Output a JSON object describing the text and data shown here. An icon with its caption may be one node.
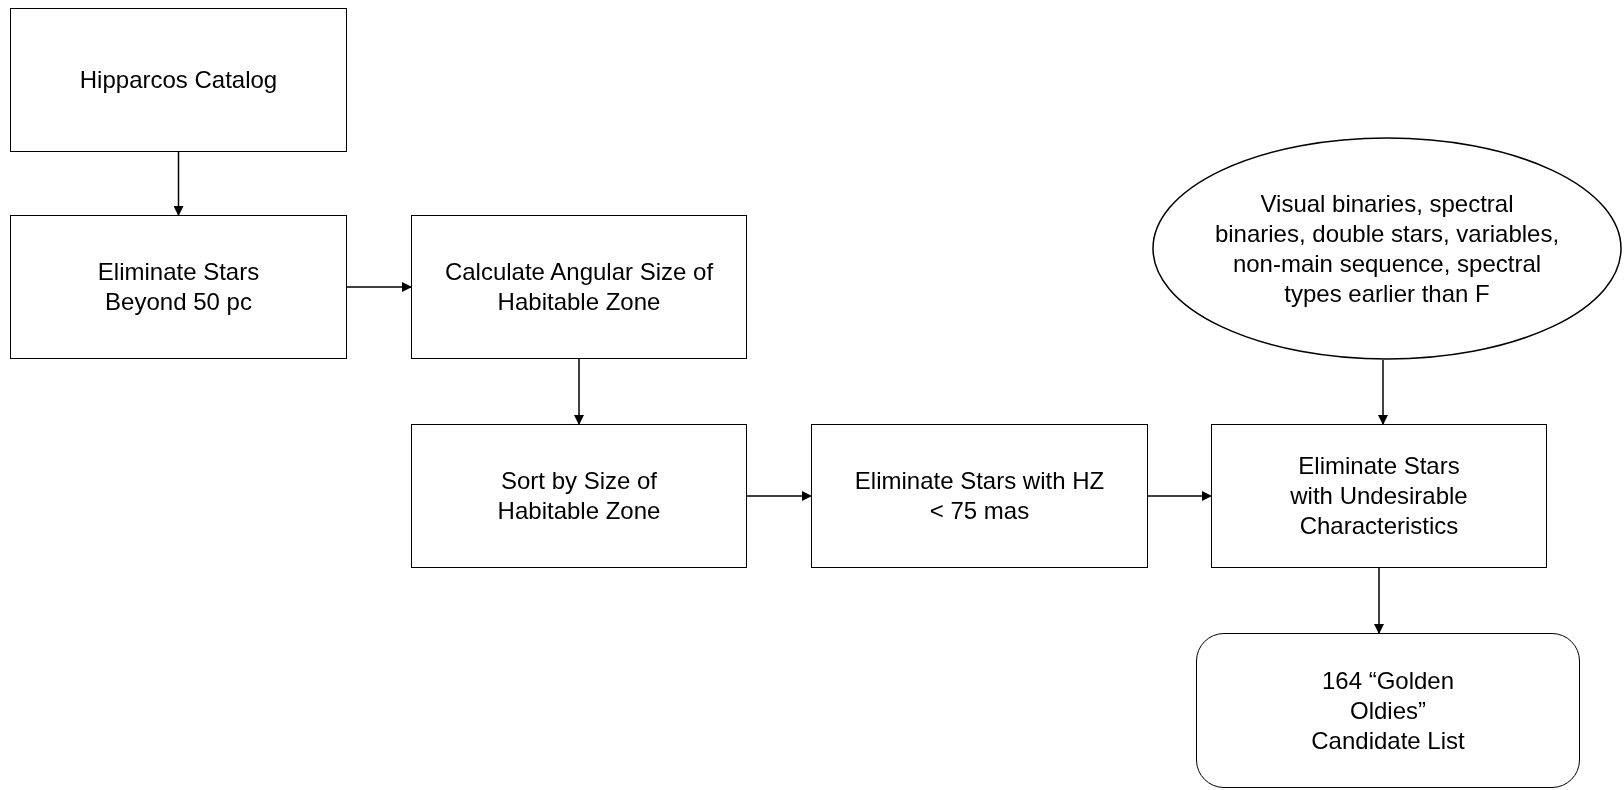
{
  "diagram": {
    "nodes": [
      {
        "text": [
          "Hipparcos Catalog"
        ]
      },
      {
        "text": [
          "Eliminate Stars Beyond 50 pc"
        ]
      },
      {
        "text": [
          "Calculate Angular Size of Habitable Zone"
        ]
      },
      {
        "text": [
          "Sort by Size of Habitable Zone"
        ]
      },
      {
        "text": [
          "Eliminate Stars with HZ < 75 mas"
        ]
      },
      {
        "text": [
          "Eliminate Stars with Undesirable Characteristics"
        ]
      },
      {
        "text": [
          "Visual binaries, spectral binaries, double stars, variables, non-main sequence, spectral types earlier than F"
        ]
      },
      {
        "text": [
          "164 “Golden Oldies” Candidate List"
        ]
      }
    ],
    "edges": [
      {
        "from": 0,
        "to": 1,
        "arrow": "to"
      },
      {
        "from": 1,
        "to": 2,
        "arrow": "to"
      },
      {
        "from": 2,
        "to": 3,
        "arrow": "to"
      },
      {
        "from": 3,
        "to": 4,
        "arrow": "to"
      },
      {
        "from": 4,
        "to": 5,
        "arrow": "to"
      },
      {
        "from": 6,
        "to": 5,
        "arrow": "to"
      },
      {
        "from": 5,
        "to": 7,
        "arrow": "to"
      }
    ]
  }
}
